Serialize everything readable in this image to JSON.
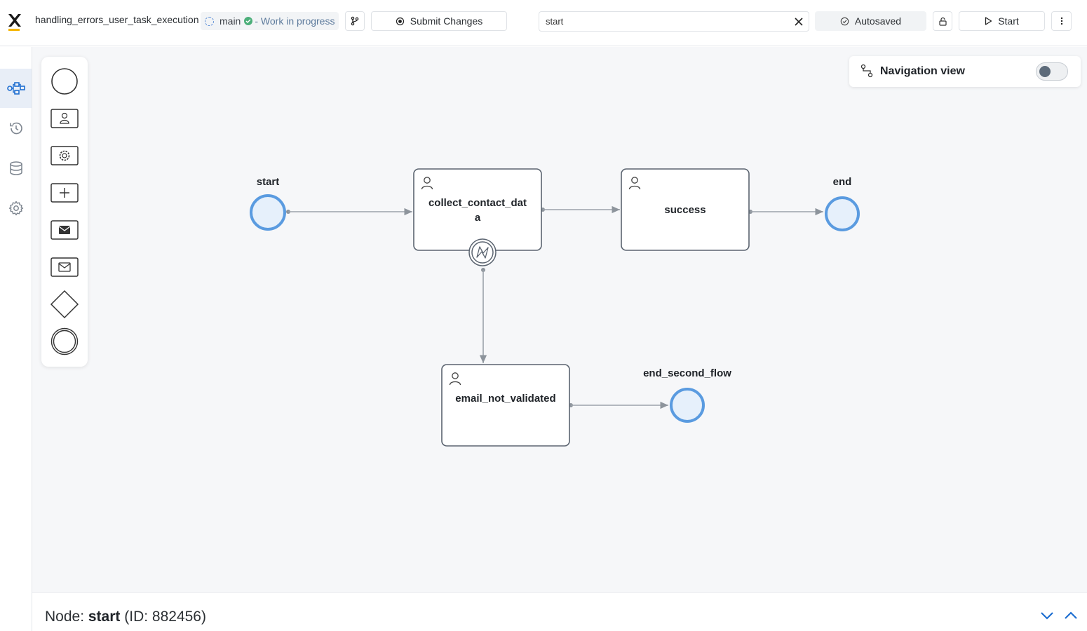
{
  "header": {
    "process_name": "handling_errors_user_task_execution",
    "branch": "main",
    "status": "- Work in progress",
    "submit_label": "Submit Changes",
    "search_value": "start",
    "autosaved_label": "Autosaved",
    "start_label": "Start"
  },
  "sidebar": {
    "items": [
      {
        "icon": "process-diagram-icon",
        "active": true
      },
      {
        "icon": "history-icon"
      },
      {
        "icon": "database-icon"
      },
      {
        "icon": "settings-icon"
      }
    ]
  },
  "palette": {
    "items": [
      "start-event-icon",
      "user-task-icon",
      "service-task-icon",
      "subprocess-icon",
      "send-message-icon",
      "receive-message-icon",
      "gateway-icon",
      "end-event-icon"
    ]
  },
  "navigation": {
    "label": "Navigation view",
    "enabled": false
  },
  "diagram": {
    "start_label": "start",
    "end_label": "end",
    "end_second_label": "end_second_flow",
    "task_collect": "collect_contact_data",
    "task_success": "success",
    "task_email": "email_not_validated"
  },
  "bottom": {
    "prefix": "Node: ",
    "node_name": "start",
    "id_text": " (ID: 882456)"
  },
  "colors": {
    "accent": "#1f6fd1",
    "event_border": "#5a9be0",
    "event_fill": "#e6f0fb",
    "task_border": "#5b6470"
  }
}
